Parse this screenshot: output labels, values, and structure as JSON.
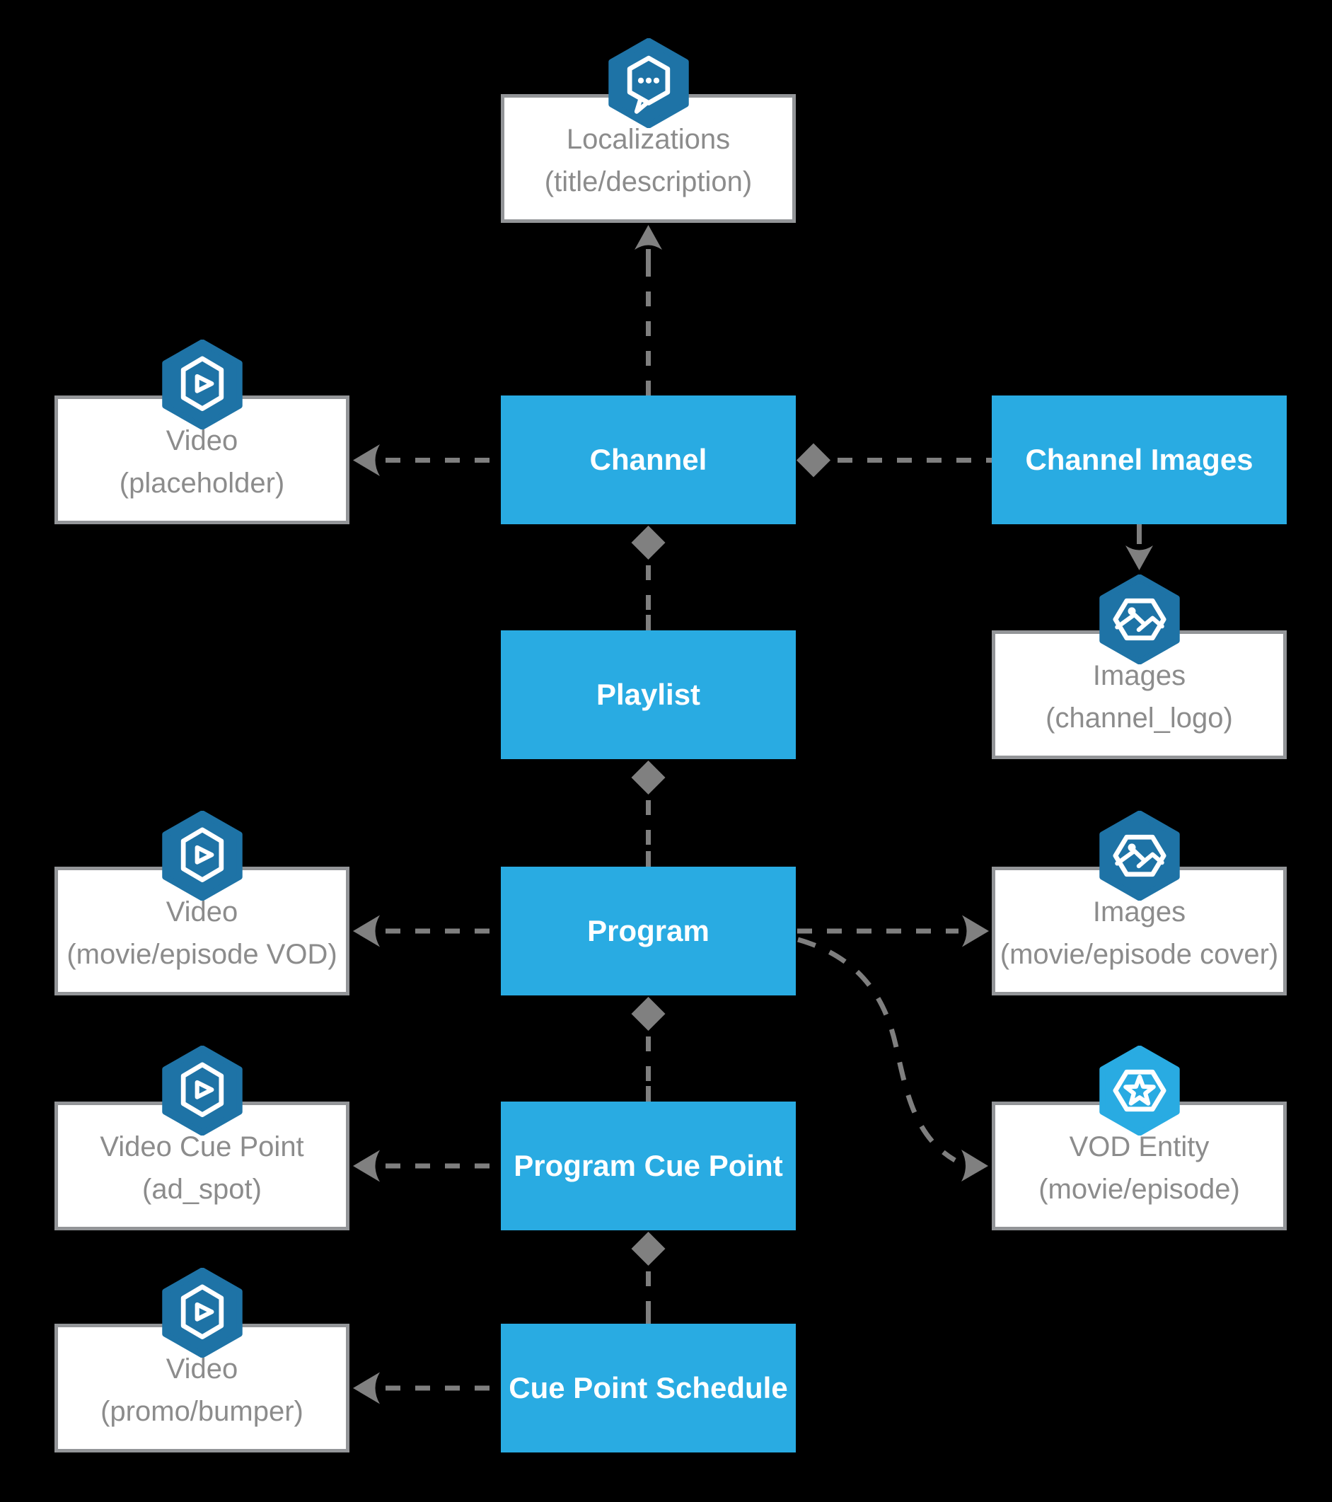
{
  "diagram": {
    "colors": {
      "background": "#000000",
      "entity_blue": "#29ABE2",
      "icon_badge_dark_blue": "#1E73A6",
      "icon_badge_light_blue": "#29ABE2",
      "connector_gray": "#7f7f7f",
      "white_box_border": "#939598",
      "white_box_text": "#8c8c8c"
    },
    "nodes": {
      "localizations": {
        "line1": "Localizations",
        "line2": "(title/description)",
        "icon": "chat-icon"
      },
      "video_placeholder": {
        "line1": "Video",
        "line2": "(placeholder)",
        "icon": "video-icon"
      },
      "channel": {
        "label": "Channel"
      },
      "channel_images": {
        "label": "Channel Images"
      },
      "images_channel_logo": {
        "line1": "Images",
        "line2": "(channel_logo)",
        "icon": "image-icon"
      },
      "playlist": {
        "label": "Playlist"
      },
      "video_vod": {
        "line1": "Video",
        "line2": "(movie/episode VOD)",
        "icon": "video-icon"
      },
      "program": {
        "label": "Program"
      },
      "images_cover": {
        "line1": "Images",
        "line2": "(movie/episode cover)",
        "icon": "image-icon"
      },
      "video_cue_point": {
        "line1": "Video Cue Point",
        "line2": "(ad_spot)",
        "icon": "video-icon"
      },
      "program_cue_point": {
        "label": "Program Cue Point"
      },
      "vod_entity": {
        "line1": "VOD Entity",
        "line2": "(movie/episode)",
        "icon": "star-icon"
      },
      "video_promo": {
        "line1": "Video",
        "line2": "(promo/bumper)",
        "icon": "video-icon"
      },
      "cue_point_schedule": {
        "label": "Cue Point Schedule"
      }
    },
    "edges": [
      {
        "from": "channel",
        "to": "localizations",
        "style": "dashed",
        "end": "arrow"
      },
      {
        "from": "channel",
        "to": "video_placeholder",
        "style": "dashed",
        "end": "arrow"
      },
      {
        "from": "channel_images",
        "to": "channel",
        "style": "dashed",
        "end": "diamond-at-channel"
      },
      {
        "from": "channel_images",
        "to": "images_channel_logo",
        "style": "solid",
        "end": "arrow"
      },
      {
        "from": "playlist",
        "to": "channel",
        "style": "dashed",
        "end": "diamond-at-channel"
      },
      {
        "from": "program",
        "to": "playlist",
        "style": "dashed",
        "end": "diamond-at-playlist"
      },
      {
        "from": "program",
        "to": "video_vod",
        "style": "dashed",
        "end": "arrow"
      },
      {
        "from": "program",
        "to": "images_cover",
        "style": "dashed",
        "end": "arrow"
      },
      {
        "from": "program",
        "to": "vod_entity",
        "style": "dashed-curved",
        "end": "arrow"
      },
      {
        "from": "program_cue_point",
        "to": "program",
        "style": "dashed",
        "end": "diamond-at-program"
      },
      {
        "from": "program_cue_point",
        "to": "video_cue_point",
        "style": "dashed",
        "end": "arrow"
      },
      {
        "from": "cue_point_schedule",
        "to": "program_cue_point",
        "style": "dashed",
        "end": "diamond-at-program-cue-point"
      },
      {
        "from": "cue_point_schedule",
        "to": "video_promo",
        "style": "dashed",
        "end": "arrow"
      }
    ]
  }
}
